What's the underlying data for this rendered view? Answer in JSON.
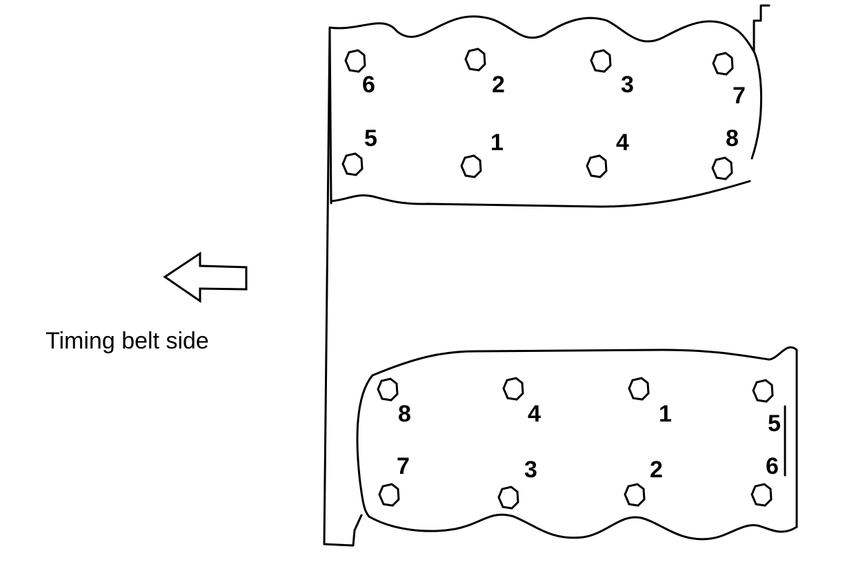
{
  "diagram": {
    "direction_label": "Timing belt side",
    "arrow_icon": "left-arrow-icon",
    "upper_head": {
      "top_row_labels": [
        "6",
        "2",
        "3",
        "7"
      ],
      "bottom_row_labels": [
        "5",
        "1",
        "4",
        "8"
      ]
    },
    "lower_head": {
      "top_row_labels": [
        "8",
        "4",
        "1",
        "5"
      ],
      "bottom_row_labels": [
        "7",
        "3",
        "2",
        "6"
      ]
    }
  }
}
